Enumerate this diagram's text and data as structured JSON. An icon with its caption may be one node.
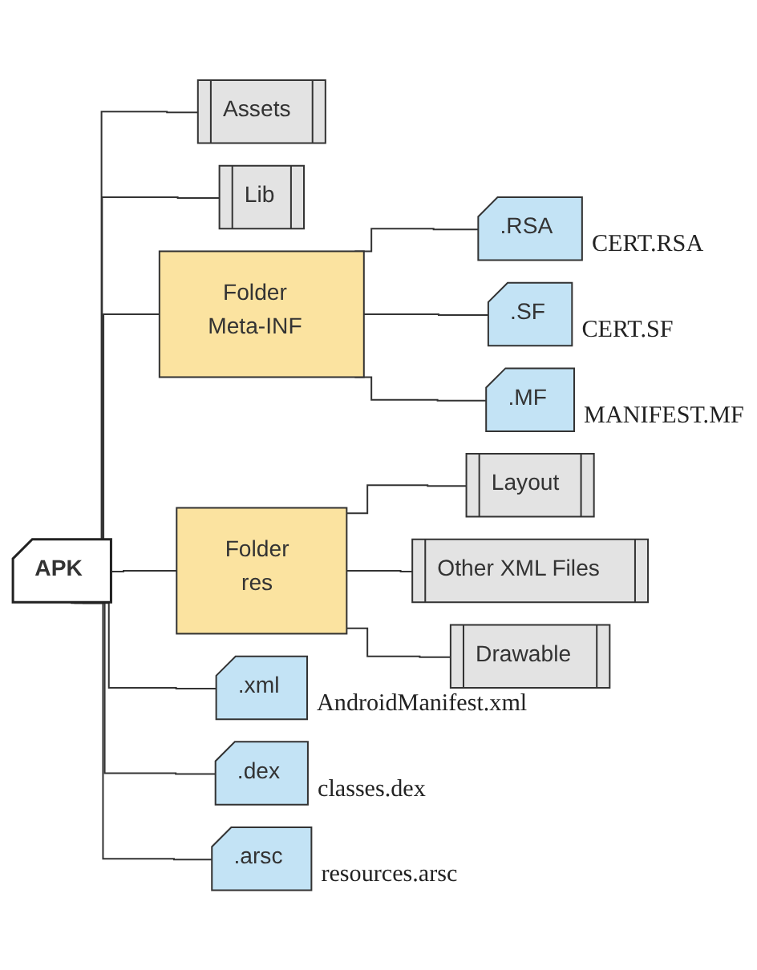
{
  "diagram": {
    "nodes": [
      {
        "text": [
          "APK"
        ]
      },
      {
        "text": [
          "Assets"
        ]
      },
      {
        "text": [
          "Lib"
        ]
      },
      {
        "text": [
          "Folder",
          "Meta-INF"
        ]
      },
      {
        "text": [
          ".RSA"
        ],
        "beside": [
          "CERT.RSA"
        ]
      },
      {
        "text": [
          ".SF"
        ],
        "beside": [
          "CERT.SF"
        ]
      },
      {
        "text": [
          ".MF"
        ],
        "beside": [
          "MANIFEST.MF"
        ]
      },
      {
        "text": [
          "Folder",
          "res"
        ]
      },
      {
        "text": [
          "Layout"
        ]
      },
      {
        "text": [
          "Other XML Files"
        ]
      },
      {
        "text": [
          "Drawable"
        ]
      },
      {
        "text": [
          ".xml"
        ],
        "beside": [
          "AndroidManifest.xml"
        ]
      },
      {
        "text": [
          ".dex"
        ],
        "beside": [
          "classes.dex"
        ]
      },
      {
        "text": [
          ".arsc"
        ],
        "beside": [
          "resources.arsc"
        ]
      }
    ],
    "edges": [
      {
        "from": 0,
        "to": 1,
        "arrow": "none"
      },
      {
        "from": 0,
        "to": 2,
        "arrow": "none"
      },
      {
        "from": 0,
        "to": 3,
        "arrow": "none"
      },
      {
        "from": 3,
        "to": 4,
        "arrow": "none"
      },
      {
        "from": 3,
        "to": 5,
        "arrow": "none"
      },
      {
        "from": 3,
        "to": 6,
        "arrow": "none"
      },
      {
        "from": 0,
        "to": 7,
        "arrow": "none"
      },
      {
        "from": 7,
        "to": 8,
        "arrow": "none"
      },
      {
        "from": 7,
        "to": 9,
        "arrow": "none"
      },
      {
        "from": 7,
        "to": 10,
        "arrow": "none"
      },
      {
        "from": 0,
        "to": 11,
        "arrow": "none"
      },
      {
        "from": 0,
        "to": 12,
        "arrow": "none"
      },
      {
        "from": 0,
        "to": 13,
        "arrow": "none"
      }
    ]
  }
}
